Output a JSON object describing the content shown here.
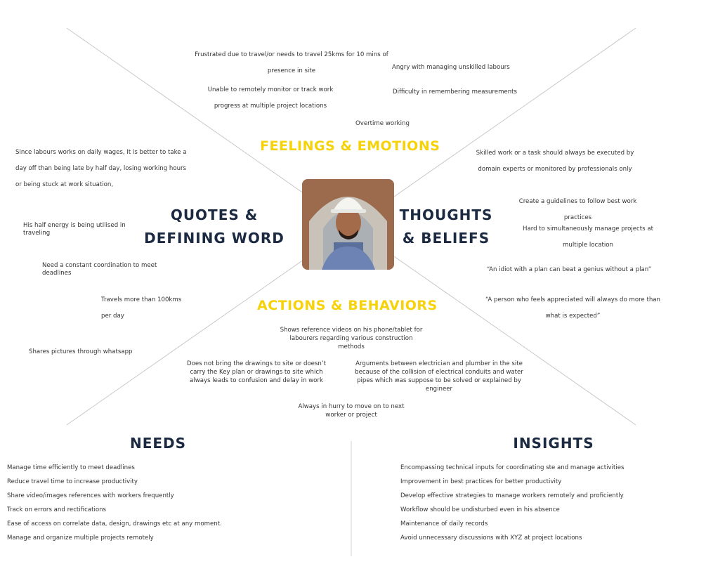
{
  "headings": {
    "feelings": "FEELINGS & EMOTIONS",
    "quotes_1": "QUOTES &",
    "quotes_2": "DEFINING WORD",
    "thoughts_1": "THOUGHTS",
    "thoughts_2": "& BELIEFS",
    "actions": "ACTIONS & BEHAVIORS",
    "needs": "NEEDS",
    "insights": "INSIGHTS"
  },
  "feelings": [
    "Frustrated due to travel/or needs to travel 25kms for 10 mins of presence in site",
    "Angry with managing unskilled labours",
    "Unable to remotely monitor or track work progress at multiple project locations",
    "Difficulty in remembering measurements",
    "Overtime working"
  ],
  "quotes": [
    "Since labours works on daily wages, It is better to take a day off than being late by half day, losing working hours or being stuck at work situation,",
    "His half energy is being utilised in traveling",
    "Need a constant coordination to meet deadlines",
    "Travels more than 100kms per day",
    "Shares pictures through whatsapp"
  ],
  "thoughts": [
    "Skilled work or a task should always be executed by domain experts or monitored by professionals only",
    "Create a guidelines to follow best work practices",
    "Hard to simultaneously manage projects at multiple location",
    "“An idiot with a plan can beat a genius without a plan”",
    "“A person who feels appreciated will always do more than what is expected”"
  ],
  "actions": [
    "Shows reference videos on his phone/tablet for labourers regarding various construction methods",
    "Does not bring the drawings to site or doesn’t carry the Key plan or drawings to site which always leads to confusion and delay in work",
    "Arguments between electrician and plumber in the site because of the collision of electrical conduits and water pipes which was suppose to be solved or explained by engineer",
    "Always in hurry to move on to next worker or project"
  ],
  "needs": [
    "Manage time efficiently to meet deadlines",
    "Reduce travel time to increase productivity",
    "Share video/images references with workers frequently",
    "Track on errors and rectifications",
    "Ease of access on correlate data, design, drawings etc at any moment.",
    "Manage and organize multiple projects remotely"
  ],
  "insights": [
    "Encompassing technical inputs for coordinating ste and manage activities",
    "Improvement in best practices for better productivity",
    "Develop effective strategies to manage workers remotely and proficiently",
    "Workflow should be undisturbed even in his absence",
    "Maintenance of daily records",
    "Avoid unnecessary discussions with XYZ at project locations"
  ],
  "colors": {
    "accent": "#f6d20a",
    "heading": "#1b2a41",
    "text": "#333333",
    "lines": "#c8c8c8"
  }
}
